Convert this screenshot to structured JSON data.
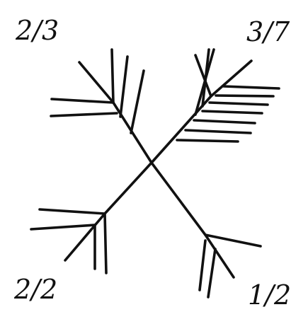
{
  "diagram": {
    "labels": {
      "top_left": "2/3",
      "top_right": "3/7",
      "bottom_left": "2/2",
      "bottom_right": "1/2"
    },
    "branches": {
      "top_left": {
        "left_strokes": 2,
        "right_strokes": 3
      },
      "top_right": {
        "left_strokes": 3,
        "right_strokes": 7
      },
      "bottom_left": {
        "left_strokes": 2,
        "right_strokes": 2
      },
      "bottom_right": {
        "left_strokes": 1,
        "right_strokes": 2
      }
    }
  }
}
